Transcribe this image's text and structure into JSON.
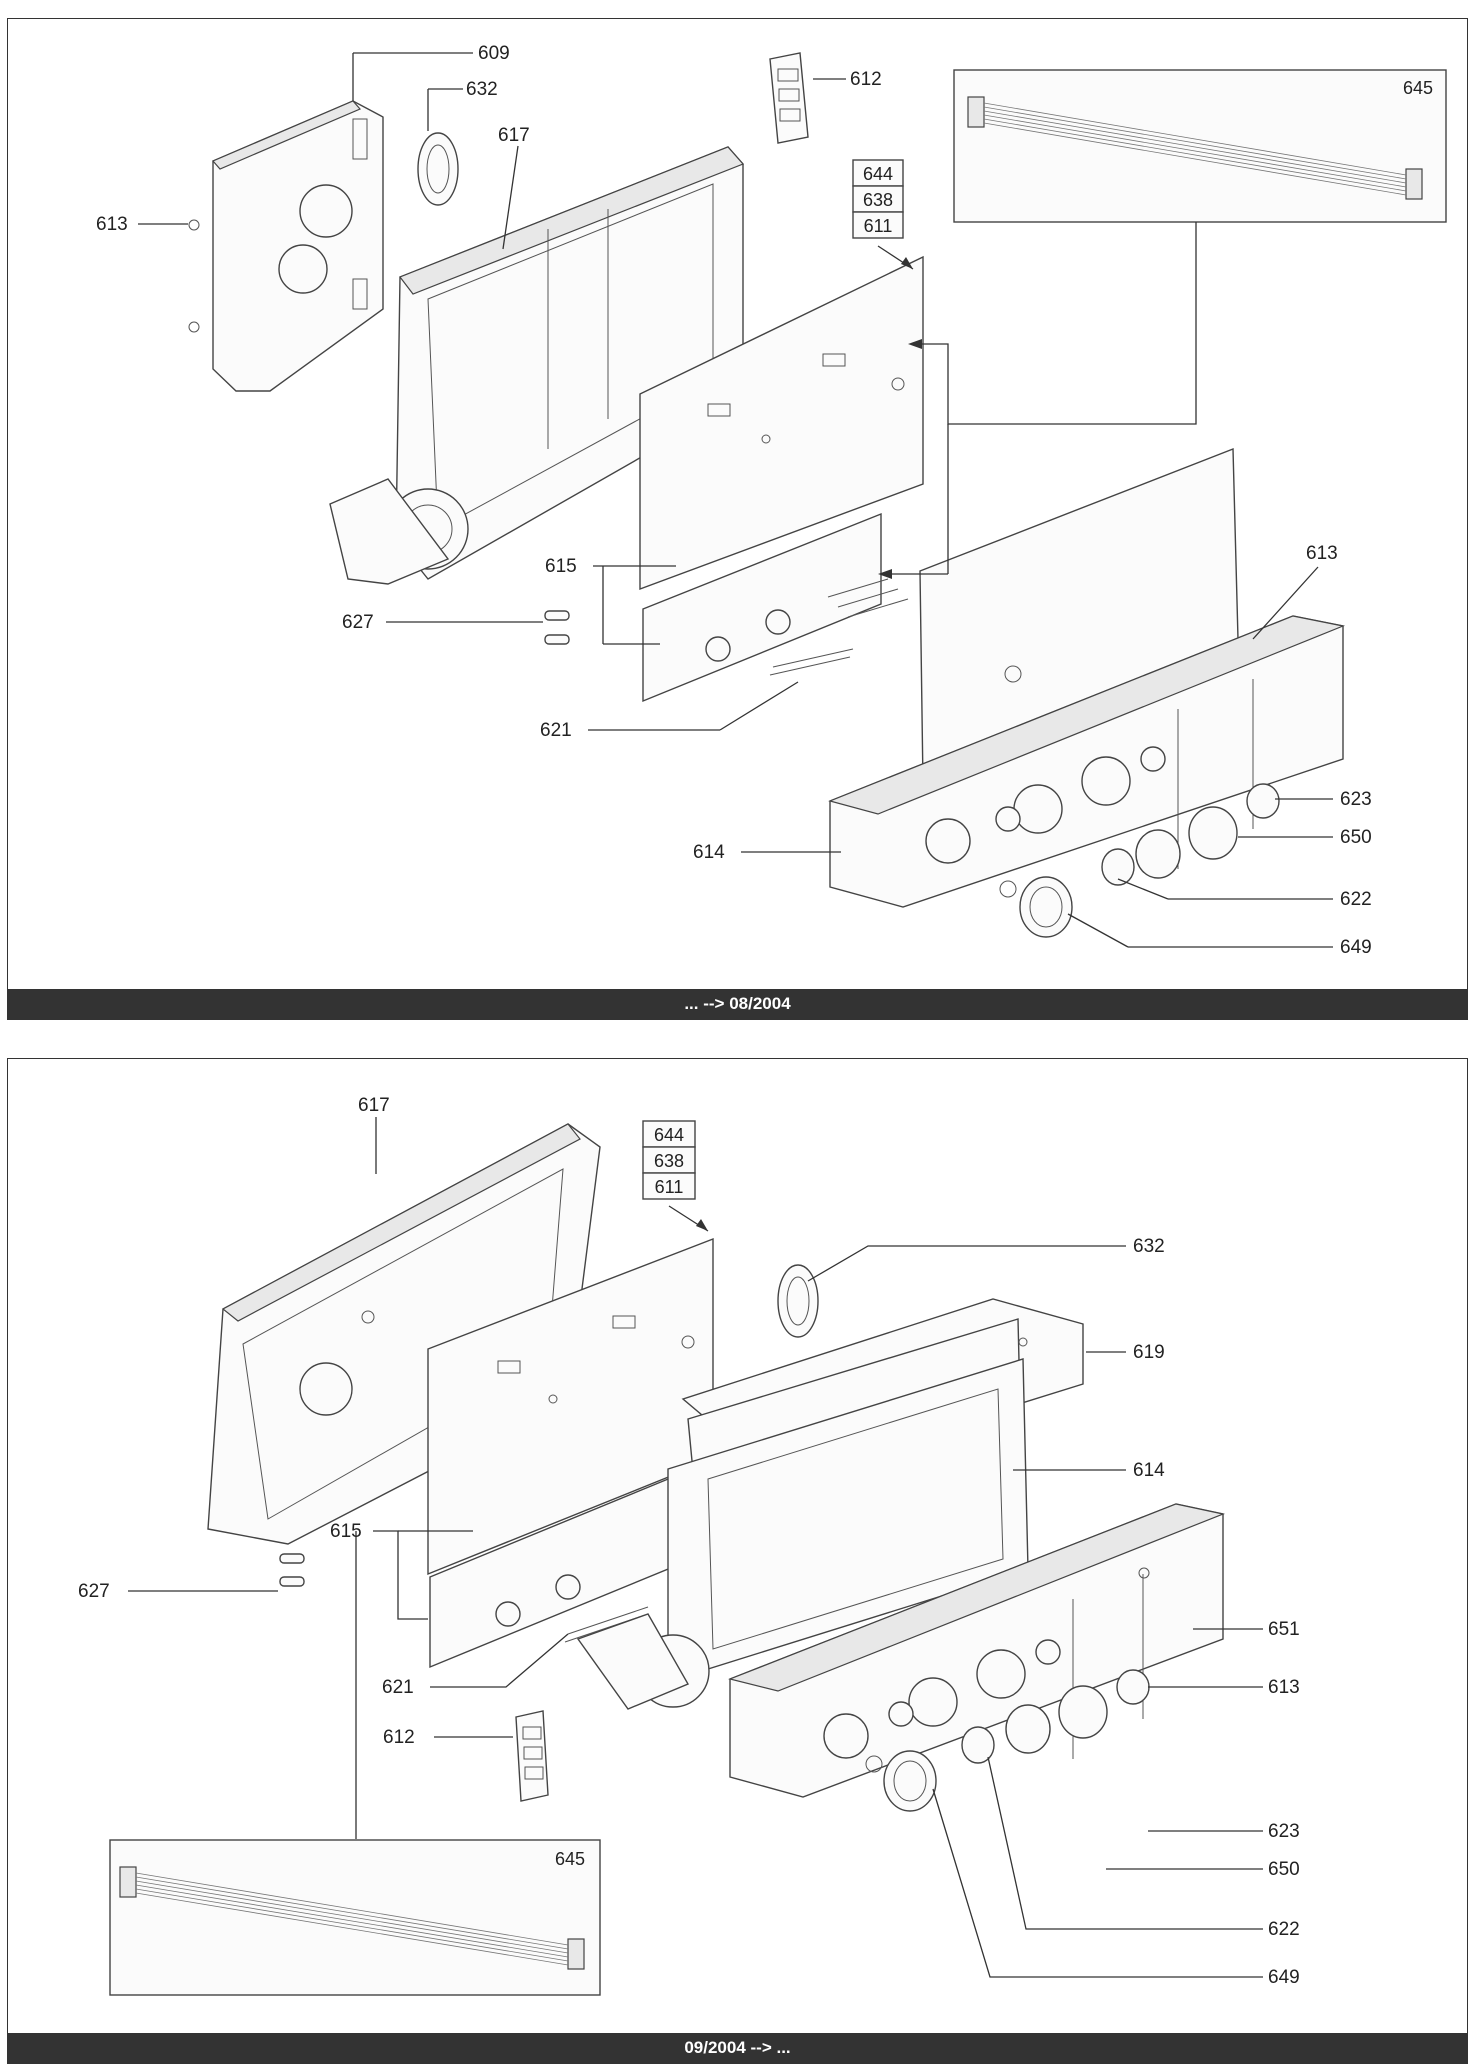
{
  "panels": [
    {
      "id": "top",
      "footer": "... --> 08/2004",
      "inset_label": "645",
      "stack_labels": [
        "644",
        "638",
        "611"
      ],
      "callouts": [
        {
          "id": "609",
          "text": "609"
        },
        {
          "id": "632",
          "text": "632"
        },
        {
          "id": "617",
          "text": "617"
        },
        {
          "id": "612",
          "text": "612"
        },
        {
          "id": "613a",
          "text": "613"
        },
        {
          "id": "613b",
          "text": "613"
        },
        {
          "id": "615",
          "text": "615"
        },
        {
          "id": "627",
          "text": "627"
        },
        {
          "id": "621",
          "text": "621"
        },
        {
          "id": "614",
          "text": "614"
        },
        {
          "id": "623",
          "text": "623"
        },
        {
          "id": "650",
          "text": "650"
        },
        {
          "id": "622",
          "text": "622"
        },
        {
          "id": "649",
          "text": "649"
        }
      ]
    },
    {
      "id": "bottom",
      "footer": "09/2004 --> ...",
      "inset_label": "645",
      "stack_labels": [
        "644",
        "638",
        "611"
      ],
      "callouts": [
        {
          "id": "617",
          "text": "617"
        },
        {
          "id": "632",
          "text": "632"
        },
        {
          "id": "619",
          "text": "619"
        },
        {
          "id": "614",
          "text": "614"
        },
        {
          "id": "615",
          "text": "615"
        },
        {
          "id": "627",
          "text": "627"
        },
        {
          "id": "651",
          "text": "651"
        },
        {
          "id": "613",
          "text": "613"
        },
        {
          "id": "621",
          "text": "621"
        },
        {
          "id": "612",
          "text": "612"
        },
        {
          "id": "623",
          "text": "623"
        },
        {
          "id": "650",
          "text": "650"
        },
        {
          "id": "622",
          "text": "622"
        },
        {
          "id": "649",
          "text": "649"
        }
      ]
    }
  ]
}
